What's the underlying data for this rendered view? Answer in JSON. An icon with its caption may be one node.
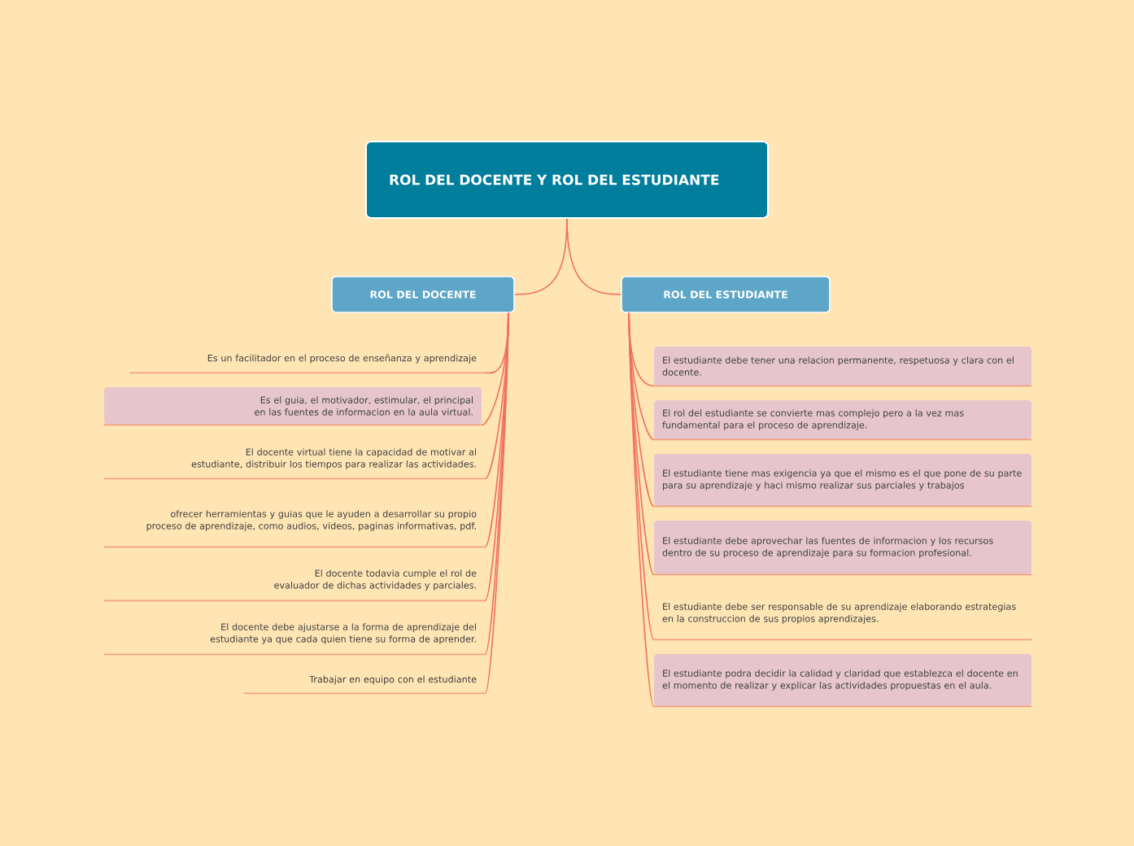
{
  "diagram": {
    "nodes": [
      {
        "text": [
          "ROL DEL DOCENTE Y ROL DEL ESTUDIANTE"
        ]
      },
      {
        "text": [
          "ROL DEL DOCENTE"
        ]
      },
      {
        "text": [
          "ROL DEL ESTUDIANTE"
        ]
      },
      {
        "text": [
          "Es un facilitador en el proceso de enseñanza y aprendizaje"
        ]
      },
      {
        "text": [
          "Es el guia, el motivador, estimular, el principal en las fuentes de informacion en la aula virtual."
        ]
      },
      {
        "text": [
          "El docente virtual tiene la capacidad de motivar al estudiante, distribuir los tiempos para realizar las actividades."
        ]
      },
      {
        "text": [
          "ofrecer herramientas y guias que le ayuden a desarrollar su propio proceso de aprendizaje, como audios, videos, paginas informativas, pdf."
        ]
      },
      {
        "text": [
          "El docente todavia cumple el rol de evaluador de dichas actividades y parciales."
        ]
      },
      {
        "text": [
          "El docente debe ajustarse a la forma de aprendizaje del estudiante ya que cada quien tiene su forma de aprender."
        ]
      },
      {
        "text": [
          "Trabajar en equipo con el estudiante"
        ]
      },
      {
        "text": [
          "El estudiante debe tener una relacion permanente, respetuosa y clara con el docente."
        ]
      },
      {
        "text": [
          "El rol del estudiante se convierte mas complejo pero a la vez mas fundamental para el proceso de aprendizaje."
        ]
      },
      {
        "text": [
          "El estudiante tiene mas exigencia ya que el mismo es el que pone de su parte para su aprendizaje y haci mismo realizar sus parciales y trabajos"
        ]
      },
      {
        "text": [
          "El estudiante debe aprovechar las fuentes de informacion y los recursos dentro de su proceso de aprendizaje para su formacion profesional."
        ]
      },
      {
        "text": [
          "El estudiante debe ser responsable de su aprendizaje elaborando estrategias en la construccion de sus propios aprendizajes."
        ]
      },
      {
        "text": [
          "El estudiante podra decidir la calidad y claridad que establezca el docente en el momento de realizar y explicar las actividades propuestas en el aula."
        ]
      }
    ],
    "edges": [
      {
        "from": 0,
        "to": 1,
        "arrow": "none"
      },
      {
        "from": 0,
        "to": 2,
        "arrow": "none"
      },
      {
        "from": 1,
        "to": 3,
        "arrow": "none"
      },
      {
        "from": 1,
        "to": 4,
        "arrow": "none"
      },
      {
        "from": 1,
        "to": 5,
        "arrow": "none"
      },
      {
        "from": 1,
        "to": 6,
        "arrow": "none"
      },
      {
        "from": 1,
        "to": 7,
        "arrow": "none"
      },
      {
        "from": 1,
        "to": 8,
        "arrow": "none"
      },
      {
        "from": 1,
        "to": 9,
        "arrow": "none"
      },
      {
        "from": 2,
        "to": 10,
        "arrow": "none"
      },
      {
        "from": 2,
        "to": 11,
        "arrow": "none"
      },
      {
        "from": 2,
        "to": 12,
        "arrow": "none"
      },
      {
        "from": 2,
        "to": 13,
        "arrow": "none"
      },
      {
        "from": 2,
        "to": 14,
        "arrow": "none"
      },
      {
        "from": 2,
        "to": 15,
        "arrow": "none"
      }
    ]
  }
}
